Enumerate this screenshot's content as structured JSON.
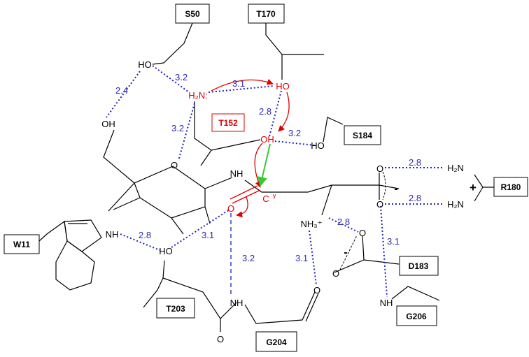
{
  "colors": {
    "hbond": "#2020c8",
    "distance_text": "#2a2ab4",
    "catalytic": "#e00000",
    "attack": "#33cc33",
    "bond": "#000000"
  },
  "residues": {
    "s50": "S50",
    "t170": "T170",
    "t152": "T152",
    "s184": "S184",
    "r180": "R180",
    "w11": "W11",
    "d183": "D183",
    "t203": "T203",
    "g206": "G206",
    "g204": "G204"
  },
  "atoms": {
    "ho_s50": "HO",
    "h2n": "H₂N:",
    "ho_t170": "HO",
    "oh_sugar": "OH",
    "oh_t152": "OH",
    "ho_s184": "HO",
    "ring_o": "O",
    "nh_amide": "NH",
    "c_gamma": "C",
    "gamma": "γ",
    "carbonyl_o": "O",
    "nh3": "NH₃⁺",
    "carboxylate_o_top": "O",
    "carboxylate_o_bottom": "O",
    "charge_minus_1": "-",
    "h2n_top": "H₂N",
    "h2n_bottom": "H₂N",
    "charge_plus": "+",
    "nh_w11": "NH",
    "ho_t203": "HO",
    "d183_o_top": "O",
    "d183_o_bottom": "O",
    "charge_minus_2": "-",
    "g204_o": "O",
    "nh_g204": "NH",
    "o_t203_backbone": "O",
    "nh_g206": "NH"
  },
  "distances": {
    "d1": "2.4",
    "d2": "3.2",
    "d3": "3.1",
    "d4": "3.2",
    "d5": "2.8",
    "d6": "3.2",
    "d7": "2.8",
    "d8": "2.8",
    "d9": "2.8",
    "d10": "2.8",
    "d11": "3.1",
    "d12": "3.2",
    "d13": "3.1",
    "d14": "3.1"
  }
}
